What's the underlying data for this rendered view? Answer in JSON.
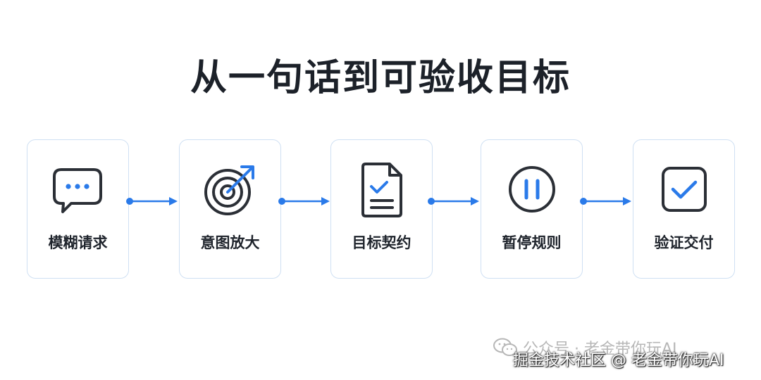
{
  "title": "从一句话到可验收目标",
  "steps": [
    {
      "label": "模糊请求",
      "icon": "chat-bubble-icon"
    },
    {
      "label": "意图放大",
      "icon": "target-arrow-icon"
    },
    {
      "label": "目标契约",
      "icon": "document-check-icon"
    },
    {
      "label": "暂停规则",
      "icon": "pause-circle-icon"
    },
    {
      "label": "验证交付",
      "icon": "checkbox-icon"
    }
  ],
  "colors": {
    "accent": "#2a7ae9",
    "icon_stroke": "#2b2f36",
    "card_border": "#cfe0f3",
    "title": "#1c2129"
  },
  "watermark": {
    "line1": "公众号 · 老金带你玩AI",
    "line2": "掘金技术社区 @ 老金带你玩AI"
  }
}
